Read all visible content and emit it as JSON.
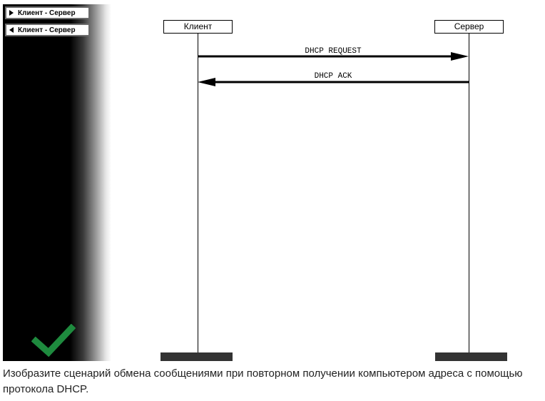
{
  "palette": {
    "items": [
      {
        "label": "Клиент - Сервер",
        "direction": "right"
      },
      {
        "label": "Клиент - Сервер",
        "direction": "left"
      }
    ],
    "status_icon": "check-mark-icon",
    "status_color": "#1e8a3e"
  },
  "diagram": {
    "participants": [
      {
        "label": "Клиент"
      },
      {
        "label": "Сервер"
      }
    ],
    "messages": [
      {
        "label": "DHCP REQUEST",
        "from": "Клиент",
        "to": "Сервер"
      },
      {
        "label": "DHCP ACK",
        "from": "Сервер",
        "to": "Клиент"
      }
    ]
  },
  "task": {
    "text": "Изобразите сценарий обмена сообщениями при повторном получении компьютером адреса с помощью протокола DHCP."
  }
}
